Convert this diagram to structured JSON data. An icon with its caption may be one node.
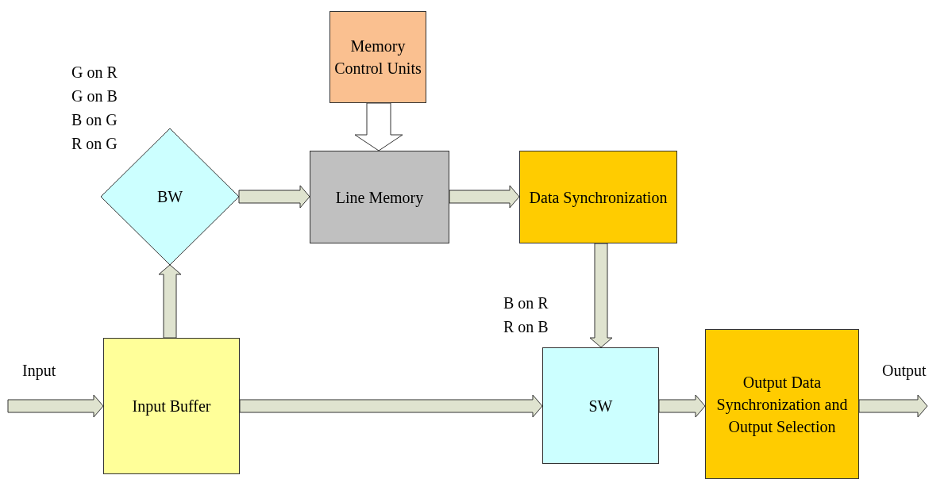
{
  "diagram": {
    "nodes": [
      {
        "text": [
          "Memory Control Units"
        ]
      },
      {
        "text": [
          "BW"
        ],
        "beside": [
          "G on R",
          "G on B",
          "B on G",
          "R on G"
        ]
      },
      {
        "text": [
          "Line Memory"
        ]
      },
      {
        "text": [
          "Data Synchronization"
        ]
      },
      {
        "text": [
          "Input Buffer"
        ]
      },
      {
        "text": [
          "SW"
        ],
        "beside": [
          "B on R",
          "R on B"
        ]
      },
      {
        "text": [
          "Output Data Synchronization and Output Selection"
        ]
      }
    ],
    "edges": [
      {
        "from": null,
        "to": 4,
        "arrow": "to"
      },
      {
        "from": 4,
        "to": 1,
        "arrow": "to"
      },
      {
        "from": 1,
        "to": 2,
        "arrow": "to"
      },
      {
        "from": 0,
        "to": 2,
        "arrow": "to",
        "color": "#ffffff"
      },
      {
        "from": 2,
        "to": 3,
        "arrow": "to"
      },
      {
        "from": 3,
        "to": 5,
        "arrow": "to"
      },
      {
        "from": 4,
        "to": 5,
        "arrow": "to"
      },
      {
        "from": 5,
        "to": 6,
        "arrow": "to"
      },
      {
        "from": 6,
        "to": null,
        "arrow": "to"
      }
    ],
    "labels": [
      "Input",
      "Output"
    ]
  }
}
